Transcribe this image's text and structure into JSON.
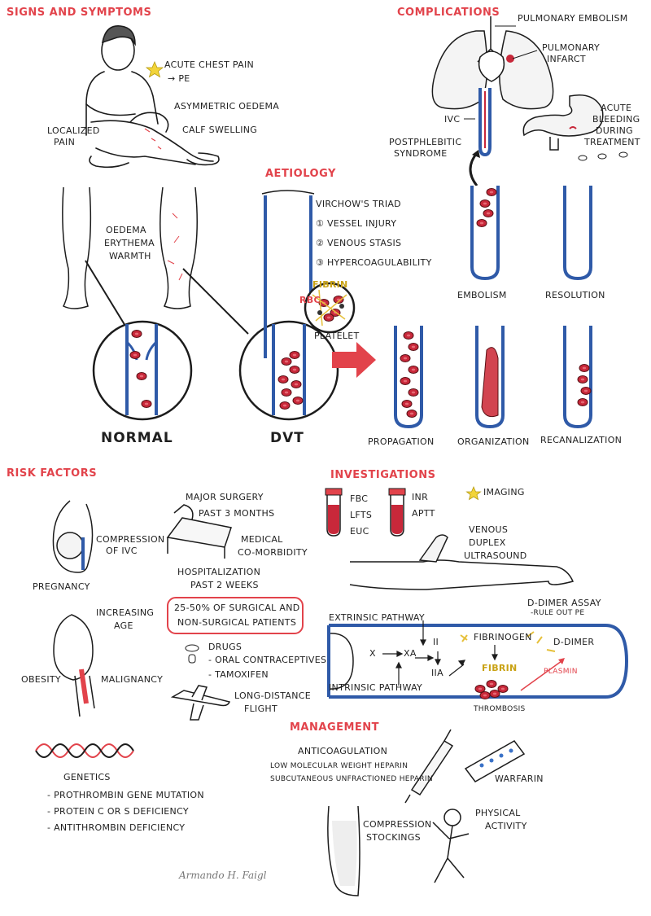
{
  "colors": {
    "accent": "#e2434b",
    "vein": "#2f5aa8",
    "blood": "#c8283a",
    "ink": "#1c1c1c",
    "star": "#f2d43a"
  },
  "signs": {
    "title": "SIGNS AND SYMPTOMS",
    "chest_pain": "ACUTE CHEST PAIN",
    "pe": "→ PE",
    "asym": "ASYMMETRIC OEDEMA",
    "calf": "CALF SWELLING",
    "local1": "LOCALIZED",
    "local2": "PAIN"
  },
  "complications": {
    "title": "COMPLICATIONS",
    "pe": "PULMONARY EMBOLISM",
    "infarct1": "PULMONARY",
    "infarct2": "INFARCT",
    "ivc": "IVC",
    "pps1": "POSTPHLEBITIC",
    "pps2": "SYNDROME",
    "bleed1": "ACUTE",
    "bleed2": "BLEEDING",
    "bleed3": "DURING",
    "bleed4": "TREATMENT"
  },
  "aetiology": {
    "title": "AETIOLOGY",
    "triad": "VIRCHOW'S TRIAD",
    "i1": "① VESSEL INJURY",
    "i2": "② VENOUS STASIS",
    "i3": "③ HYPERCOAGULABILITY",
    "fibrin": "FIBRIN",
    "rbc": "RBC",
    "platelet": "PLATELET",
    "leg1": "OEDEMA",
    "leg2": "ERYTHEMA",
    "leg3": "WARMTH",
    "normal": "NORMAL",
    "dvt": "DVT"
  },
  "outcomes": {
    "embolism": "EMBOLISM",
    "resolution": "RESOLUTION",
    "propagation": "PROPAGATION",
    "organization": "ORGANIZATION",
    "recanalization": "RECANALIZATION"
  },
  "risk": {
    "title": "RISK FACTORS",
    "pregnancy": "PREGNANCY",
    "comp1": "COMPRESSION",
    "comp2": "OF IVC",
    "surgery1": "MAJOR SURGERY",
    "surgery2": "PAST 3 MONTHS",
    "medical1": "MEDICAL",
    "medical2": "CO-MORBIDITY",
    "hosp1": "HOSPITALIZATION",
    "hosp2": "PAST 2 WEEKS",
    "box1": "25-50% OF SURGICAL AND",
    "box2": "NON-SURGICAL PATIENTS",
    "age1": "INCREASING",
    "age2": "AGE",
    "drugs": "DRUGS",
    "drug1": "- ORAL CONTRACEPTIVES",
    "drug2": "- TAMOXIFEN",
    "obesity": "OBESITY",
    "malignancy": "MALIGNANCY",
    "flight1": "LONG-DISTANCE",
    "flight2": "FLIGHT",
    "genetics": "GENETICS",
    "g1": "- PROTHROMBIN GENE MUTATION",
    "g2": "- PROTEIN C OR S DEFICIENCY",
    "g3": "- ANTITHROMBIN DEFICIENCY"
  },
  "investigations": {
    "title": "INVESTIGATIONS",
    "fbc": "FBC",
    "lfts": "LFTS",
    "euc": "EUC",
    "inr": "INR",
    "aptt": "APTT",
    "imaging": "IMAGING",
    "us1": "VENOUS",
    "us2": "DUPLEX",
    "us3": "ULTRASOUND",
    "ddimer": "D-DIMER ASSAY",
    "ddimer_note": "-RULE OUT PE",
    "extrinsic": "EXTRINSIC PATHWAY",
    "intrinsic": "INTRINSIC PATHWAY",
    "x": "X",
    "xa": "Xa",
    "ii": "II",
    "iia": "IIa",
    "fibrinogen": "FIBRINOGEN",
    "fibrin": "FIBRIN",
    "ddimer2": "D-DIMER",
    "plasmin": "PLASMIN",
    "thrombosis": "THROMBOSIS"
  },
  "management": {
    "title": "MANAGEMENT",
    "anticoag": "ANTICOAGULATION",
    "lmwh": "LOW MOLECULAR WEIGHT HEPARIN",
    "ufh": "SUBCUTANEOUS UNFRACTIONED HEPARIN",
    "warfarin": "WARFARIN",
    "comp1": "COMPRESSION",
    "comp2": "STOCKINGS",
    "pa1": "PHYSICAL",
    "pa2": "ACTIVITY"
  },
  "signature": "Armando H. Faigl"
}
